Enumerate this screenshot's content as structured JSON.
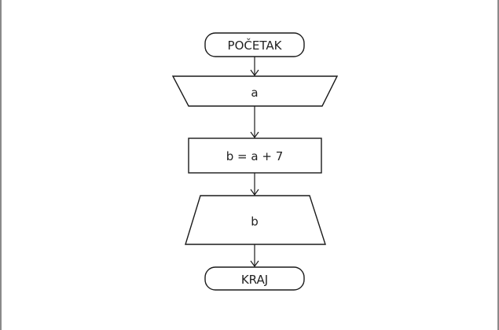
{
  "flowchart": {
    "start_label": "POČETAK",
    "input_label": "a",
    "process_label": "b = a + 7",
    "output_label": "b",
    "end_label": "KRAJ"
  }
}
